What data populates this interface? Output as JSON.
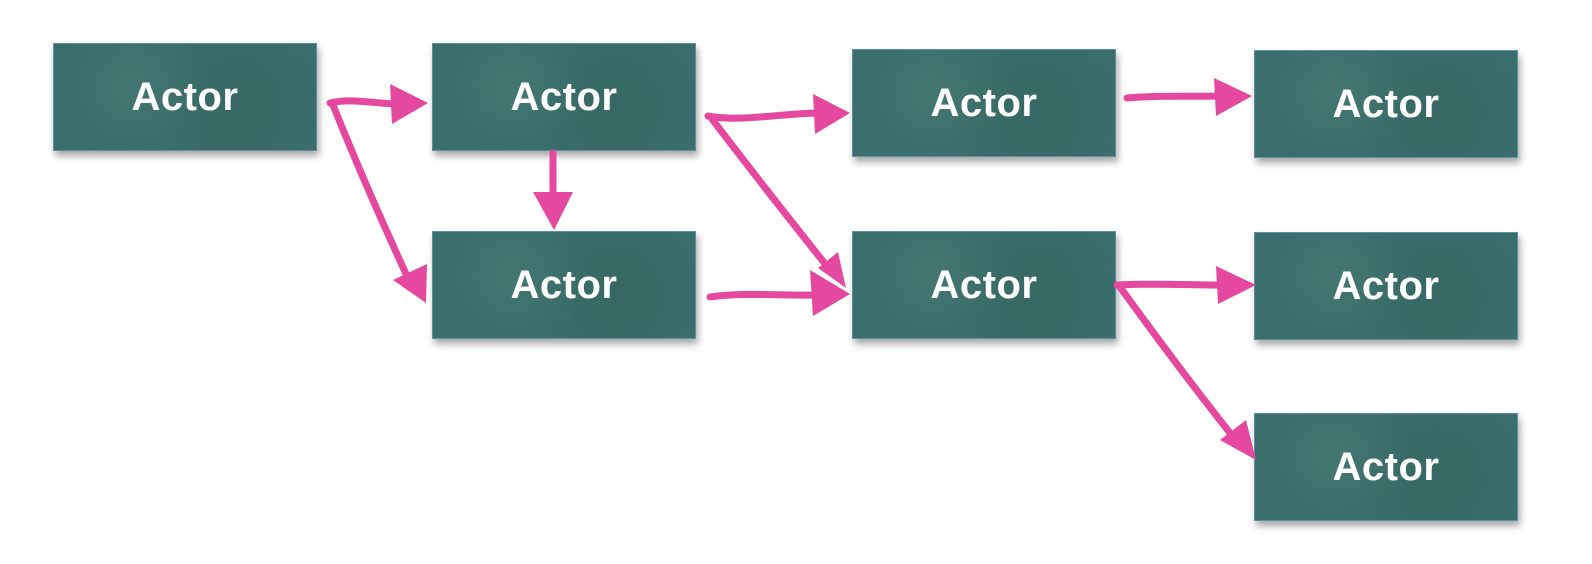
{
  "diagram": {
    "accent_color": "#e4489f",
    "box_color": "#3a6e6a",
    "actors": [
      {
        "id": "a1",
        "label": "Actor"
      },
      {
        "id": "a2",
        "label": "Actor"
      },
      {
        "id": "a3",
        "label": "Actor"
      },
      {
        "id": "a4",
        "label": "Actor"
      },
      {
        "id": "a5",
        "label": "Actor"
      },
      {
        "id": "a6",
        "label": "Actor"
      },
      {
        "id": "a7",
        "label": "Actor"
      },
      {
        "id": "a8",
        "label": "Actor"
      }
    ],
    "edges": [
      {
        "from": "a1",
        "to": "a2"
      },
      {
        "from": "a1",
        "to": "a3"
      },
      {
        "from": "a2",
        "to": "a3"
      },
      {
        "from": "a2",
        "to": "a4"
      },
      {
        "from": "a2",
        "to": "a5"
      },
      {
        "from": "a3",
        "to": "a5"
      },
      {
        "from": "a4",
        "to": "a6"
      },
      {
        "from": "a5",
        "to": "a7"
      },
      {
        "from": "a5",
        "to": "a8"
      }
    ]
  }
}
